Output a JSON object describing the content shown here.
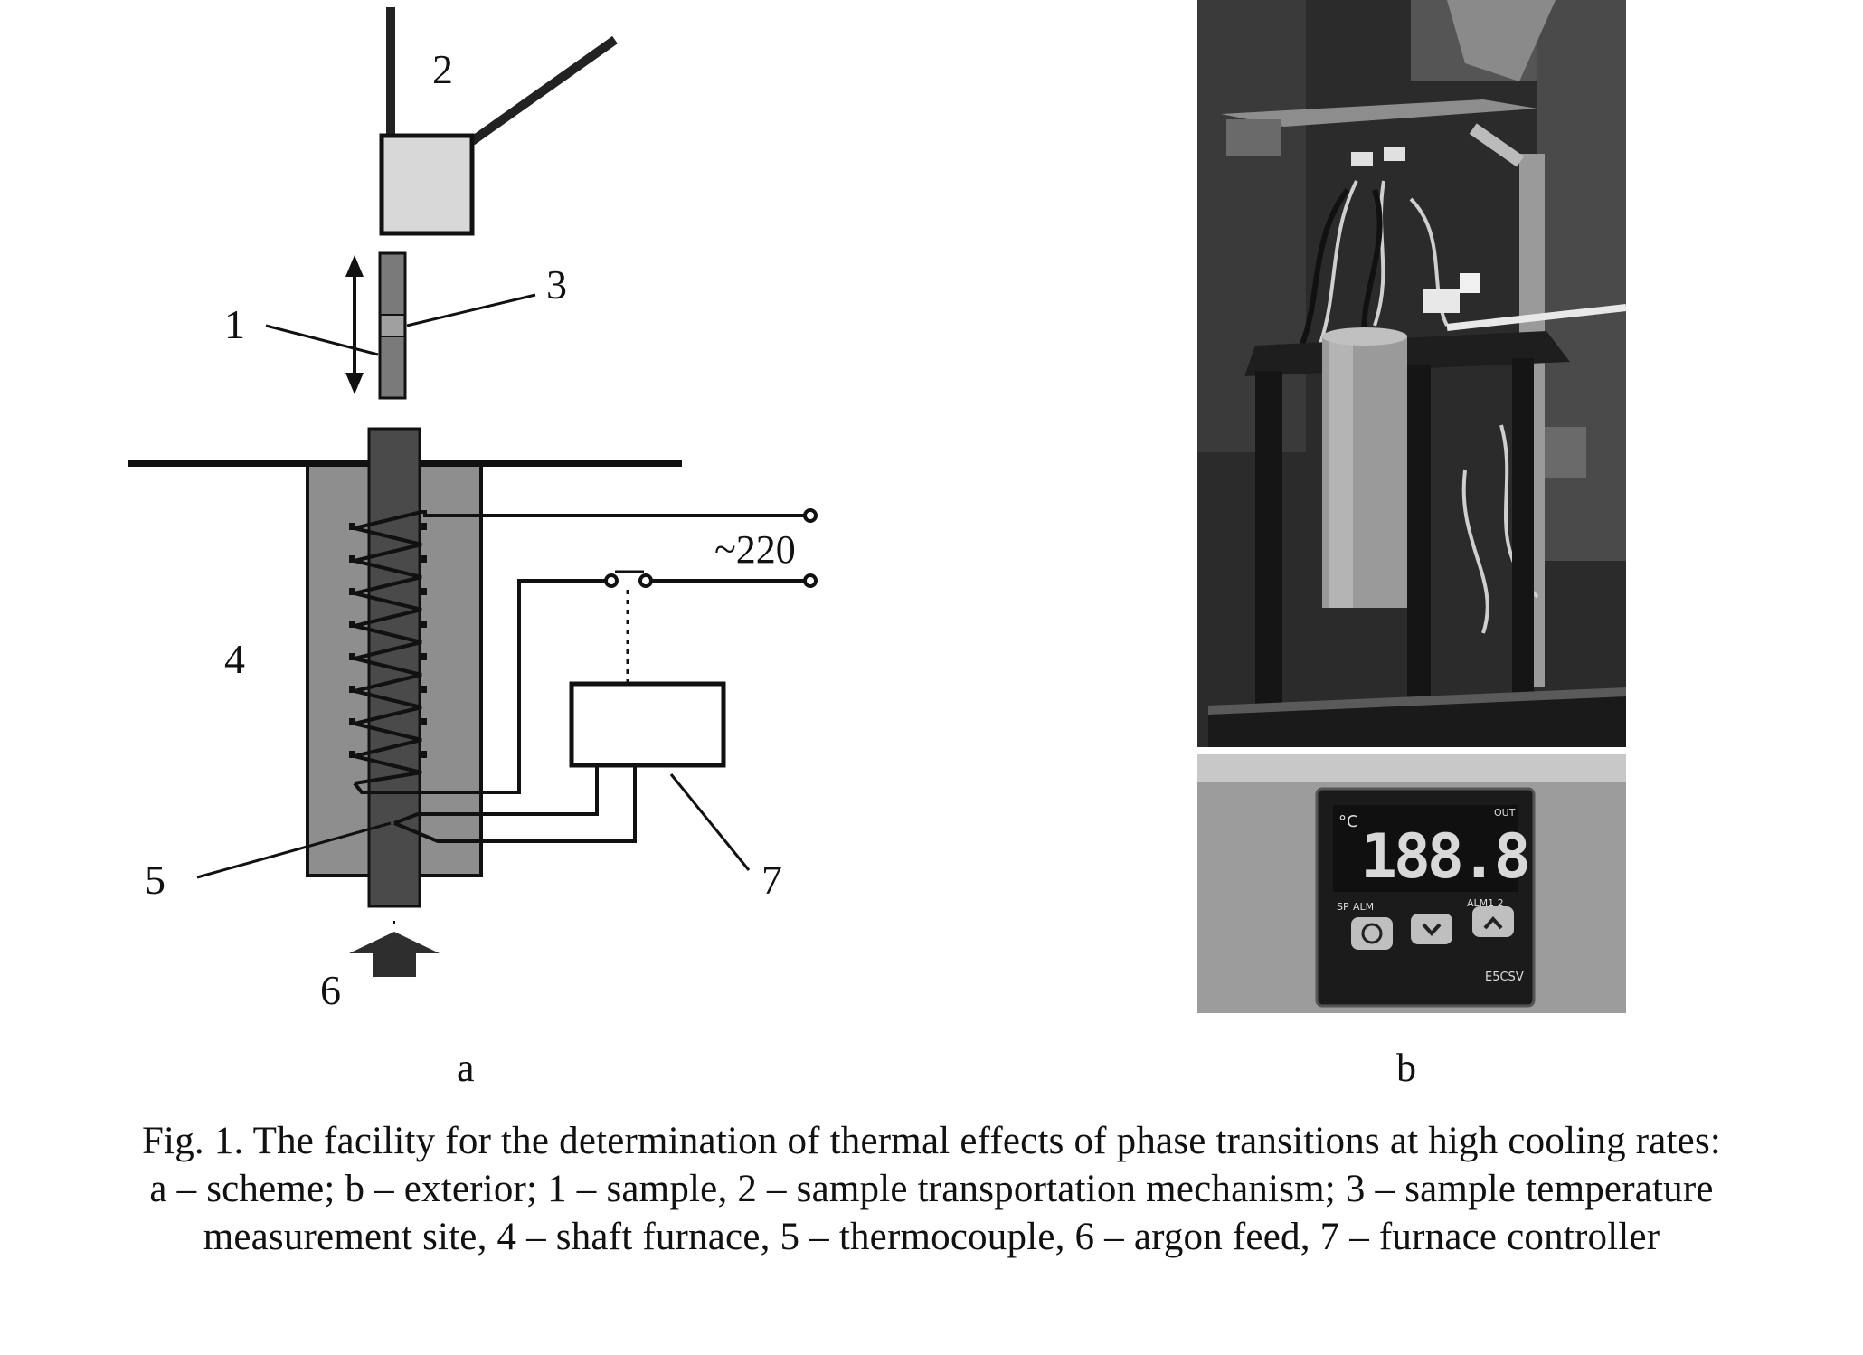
{
  "diagram": {
    "labels": {
      "sample": "1",
      "transport": "2",
      "measure_site": "3",
      "furnace": "4",
      "thermocouple": "5",
      "argon": "6",
      "controller": "7",
      "voltage": "~220"
    },
    "sub_a": "a",
    "sub_b": "b"
  },
  "controller_display": {
    "unit": "°C",
    "reading": "188.8",
    "out": "OUT",
    "sp": "SP",
    "alm": "ALM",
    "alm12": "ALM1  2",
    "model": "E5CSV"
  },
  "caption": {
    "line1": "Fig. 1. The facility for the determination of thermal effects of phase transitions at high cooling rates:",
    "line2": "a – scheme; b – exterior; 1 – sample, 2 – sample transportation mechanism; 3 – sample temperature",
    "line3": "measurement site, 4 – shaft furnace, 5 – thermocouple, 6 – argon feed, 7 – furnace controller"
  }
}
